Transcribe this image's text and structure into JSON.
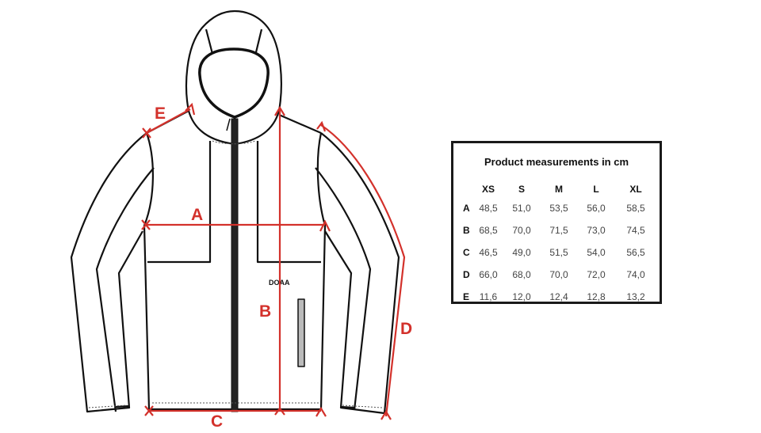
{
  "diagram": {
    "subject": "hooded zip jacket technical flat sketch",
    "logo_text": "DOAA",
    "measurement_color": "#d3312b",
    "labels": {
      "A": "A",
      "B": "B",
      "C": "C",
      "D": "D",
      "E": "E"
    }
  },
  "table": {
    "title": "Product measurements in cm",
    "sizes": [
      "XS",
      "S",
      "M",
      "L",
      "XL"
    ],
    "rows": [
      {
        "label": "A",
        "values": [
          "48,5",
          "51,0",
          "53,5",
          "56,0",
          "58,5"
        ]
      },
      {
        "label": "B",
        "values": [
          "68,5",
          "70,0",
          "71,5",
          "73,0",
          "74,5"
        ]
      },
      {
        "label": "C",
        "values": [
          "46,5",
          "49,0",
          "51,5",
          "54,0",
          "56,5"
        ]
      },
      {
        "label": "D",
        "values": [
          "66,0",
          "68,0",
          "70,0",
          "72,0",
          "74,0"
        ]
      },
      {
        "label": "E",
        "values": [
          "11,6",
          "12,0",
          "12,4",
          "12,8",
          "13,2"
        ]
      }
    ]
  }
}
